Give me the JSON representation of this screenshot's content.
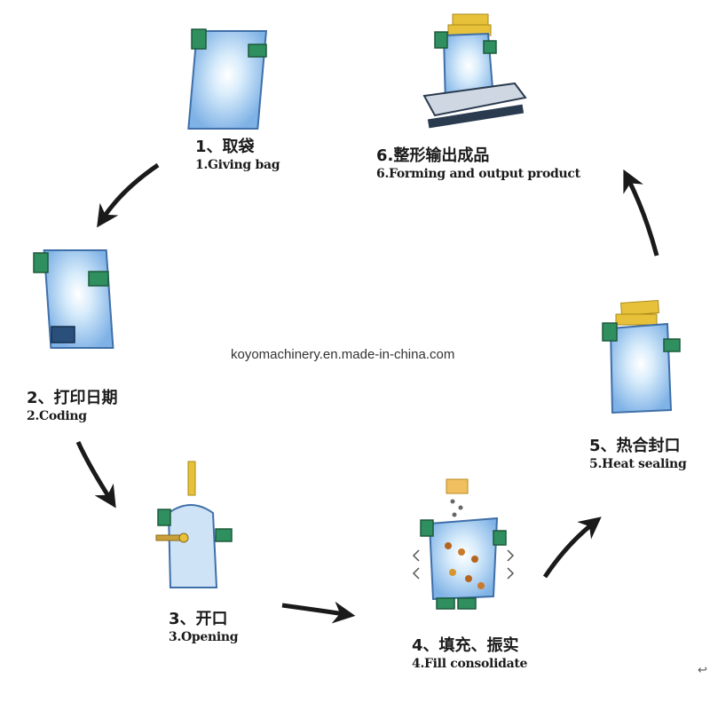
{
  "steps": [
    {
      "zh": "1、取袋",
      "en": "1.Giving bag"
    },
    {
      "zh": "2、打印日期",
      "en": "2.Coding"
    },
    {
      "zh": "3、开口",
      "en": "3.Opening"
    },
    {
      "zh": "4、填充、振实",
      "en": "4.Fill consolidate"
    },
    {
      "zh": "5、热合封口",
      "en": "5.Heat sealing"
    },
    {
      "zh": "6.整形输出成品",
      "en": "6.Forming and output product"
    }
  ],
  "watermark": "koyomachinery.en.made-in-china.com",
  "corner_glyph": "↩",
  "colors": {
    "bag_fill": "#a9cff2",
    "bag_edge": "#3f6fa8",
    "clip": "#2f8f5f",
    "gold": "#e8c13a",
    "arrow": "#1a1a1a"
  }
}
